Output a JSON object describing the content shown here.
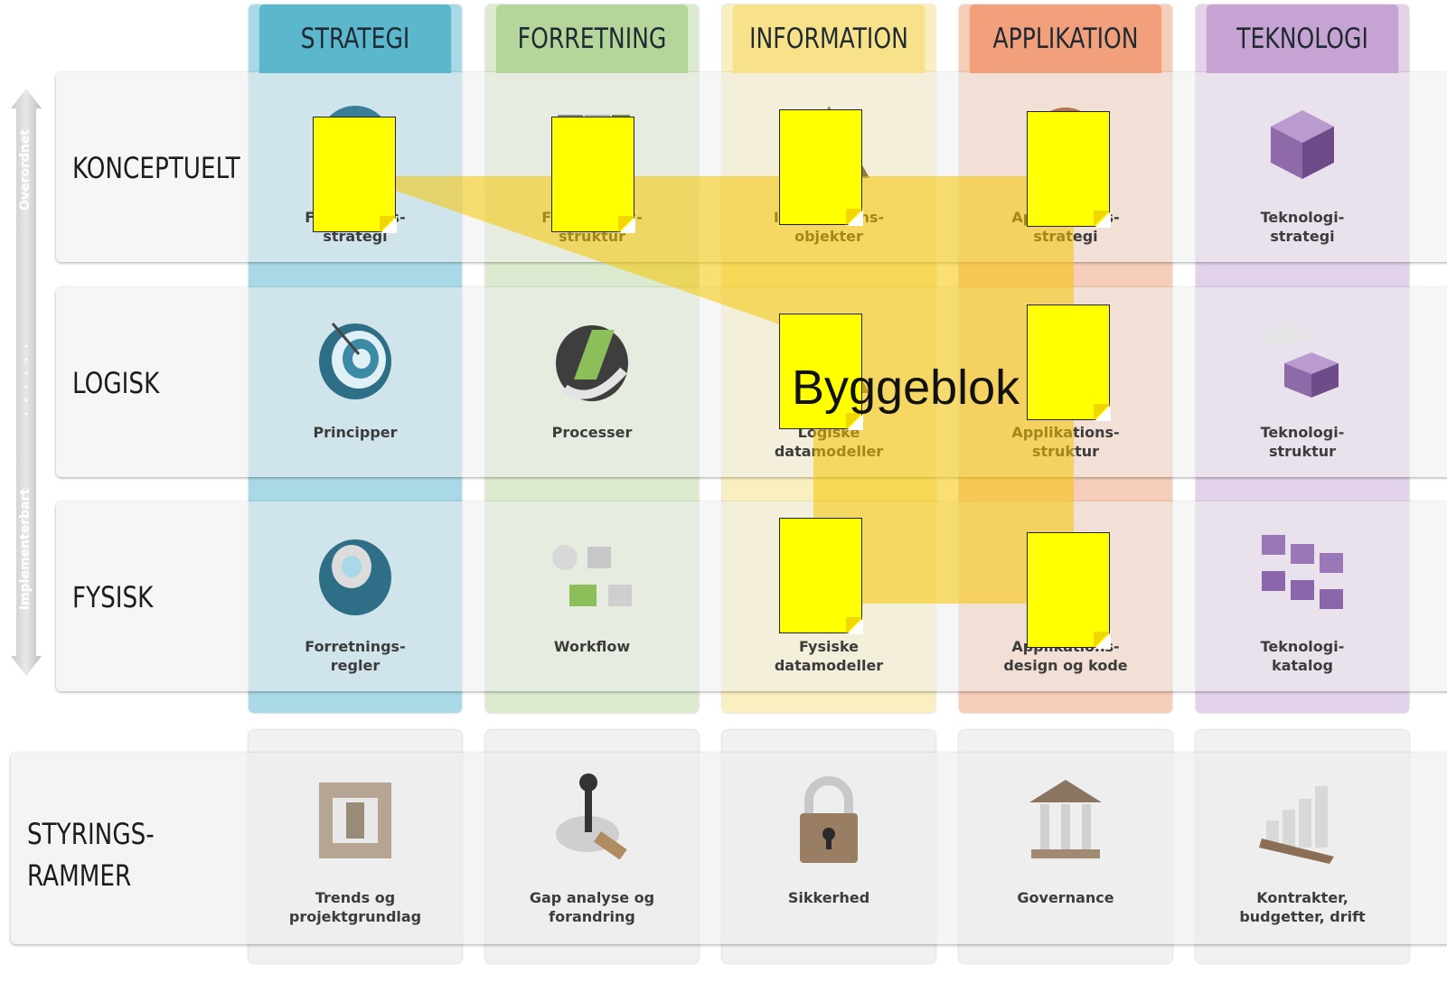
{
  "columns": [
    {
      "title": "STRATEGI",
      "color": "#5bb7cc",
      "bg": "#a9d9e6"
    },
    {
      "title": "FORRETNING",
      "color": "#b5d69a",
      "bg": "#dcebcf"
    },
    {
      "title": "INFORMATION",
      "color": "#f7e28a",
      "bg": "#f9efc0"
    },
    {
      "title": "APPLIKATION",
      "color": "#f2a07c",
      "bg": "#f6cdb9"
    },
    {
      "title": "TEKNOLOGI",
      "color": "#c6a3d3",
      "bg": "#e2d2ea"
    }
  ],
  "rows": [
    {
      "label": "KONCEPTUELT",
      "cells": [
        "Forretnings-\nstrategi",
        "Forretnings-\nstruktur",
        "Informations-\nobjekter",
        "Applikations-\nstrategi",
        "Teknologi-\nstrategi"
      ]
    },
    {
      "label": "LOGISK",
      "cells": [
        "Principper",
        "Processer",
        "Logiske\ndatamodeller",
        "Applikations-\nstruktur",
        "Teknologi-\nstruktur"
      ]
    },
    {
      "label": "FYSISK",
      "cells": [
        "Forretnings-\nregler",
        "Workflow",
        "Fysiske\ndatamodeller",
        "Applikations-\ndesign og kode",
        "Teknologi-\nkatalog"
      ]
    }
  ],
  "side_arrow": {
    "top_label": "Overordnet",
    "bottom_label": "Implementerbart"
  },
  "governance": {
    "label": "STYRINGS-\nRAMMER",
    "cells": [
      "Trends og\nprojektgrundlag",
      "Gap analyse og\nforandring",
      "Sikkerhed",
      "Governance",
      "Kontrakter,\nbudgetter, drift"
    ]
  },
  "overlay": {
    "label": "Byggeblok",
    "color": "#f5c400",
    "note_color": "#ffff00"
  },
  "icons": [
    [
      "target-icon",
      "books-icon",
      "pyramid-icon",
      "gear-icon",
      "cube-icon"
    ],
    [
      "dartboard-icon",
      "process-icon",
      "pyramid-icon",
      "gear-icon",
      "cubes-icon"
    ],
    [
      "ring-target-icon",
      "workflow-icon",
      "sphere-icon",
      "gear-icon",
      "cube-grid-icon"
    ],
    [
      "blocks-icon",
      "joystick-icon",
      "padlock-icon",
      "pillars-icon",
      "bar-chart-icon"
    ]
  ]
}
